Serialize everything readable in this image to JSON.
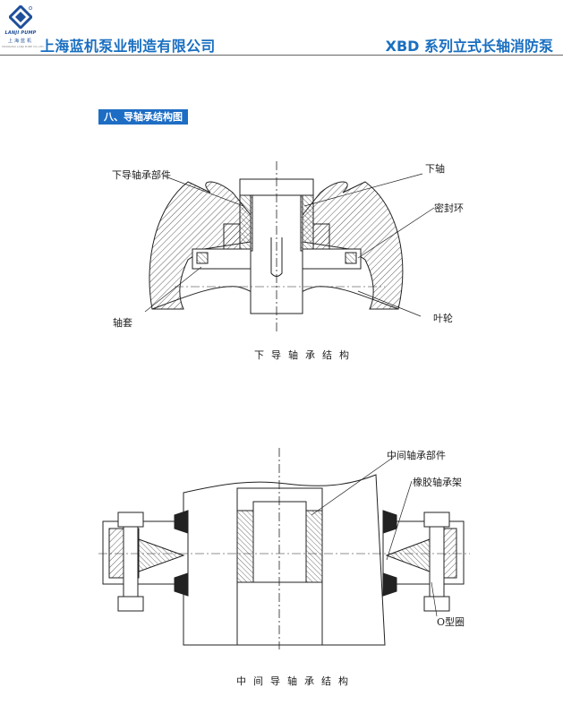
{
  "header": {
    "logo_en": "LANJI PUMP",
    "logo_cn": "上海蓝机",
    "logo_sub": "SHANGHAI LANJI PUMP CO.,LTD",
    "company": "上海蓝机泵业制造有限公司",
    "series": "XBD 系列立式长轴消防泵",
    "brand_color": "#1a6fc0"
  },
  "section": {
    "title": "八、导轴承结构图"
  },
  "diagram1": {
    "labels": {
      "lower_bearing_part": "下导轴承部件",
      "lower_shaft": "下轴",
      "seal_ring": "密封环",
      "shaft_sleeve": "轴套",
      "impeller": "叶轮"
    },
    "caption": "下导轴承结构"
  },
  "diagram2": {
    "labels": {
      "middle_bearing_part": "中间轴承部件",
      "rubber_bearing_holder": "橡胶轴承架",
      "o_ring": "O型圈"
    },
    "caption": "中间导轴承结构"
  }
}
